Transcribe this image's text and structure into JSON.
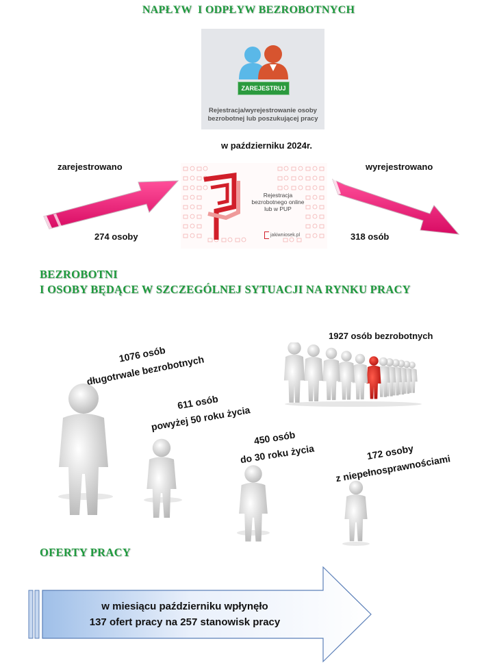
{
  "header": {
    "title": "NAPŁYW  I ODPŁYW BEZROBOTNYCH",
    "period": "w październiku 2024r."
  },
  "register_card": {
    "button_label": "ZAREJESTRUJ",
    "caption_line1": "Rejestracja/wyrejestrowanie osoby",
    "caption_line2": "bezrobotnej lub poszukującej pracy"
  },
  "flow": {
    "registered_label": "zarejestrowano",
    "registered_count": "274 osoby",
    "deregistered_label": "wyrejestrowano",
    "deregistered_count": "318 osób"
  },
  "online_card": {
    "line1": "Rejestracja",
    "line2": "bezrobotnego online",
    "line3": "lub w PUP",
    "brand": "jakiwniosek.pl"
  },
  "section_unemployed": {
    "title_line1": "BEZROBOTNI",
    "title_line2": "I OSOBY BĘDĄCE W SZCZEGÓLNEJ SYTUACJI NA RYNKU PRACY",
    "total": "1927 osób bezrobotnych",
    "groups": [
      {
        "count": "1076 osób",
        "desc": "długotrwale bezrobotnych"
      },
      {
        "count": "611 osób",
        "desc": "powyżej 50 roku życia"
      },
      {
        "count": "450 osób",
        "desc": "do 30 roku życia"
      },
      {
        "count": "172 osoby",
        "desc": "z niepełnosprawnościami"
      }
    ]
  },
  "section_offers": {
    "title": "OFERTY PRACY",
    "line1": "w miesiącu październiku wpłynęło",
    "line2": "137 ofert pracy na 257 stanowisk pracy"
  },
  "colors": {
    "heading_green": "#1f9a3e",
    "arrow_pink": "#f0126f",
    "arrow_blue": "#bcd3f2",
    "logo_red": "#d11f2a",
    "accent_red": "#d4201f"
  }
}
